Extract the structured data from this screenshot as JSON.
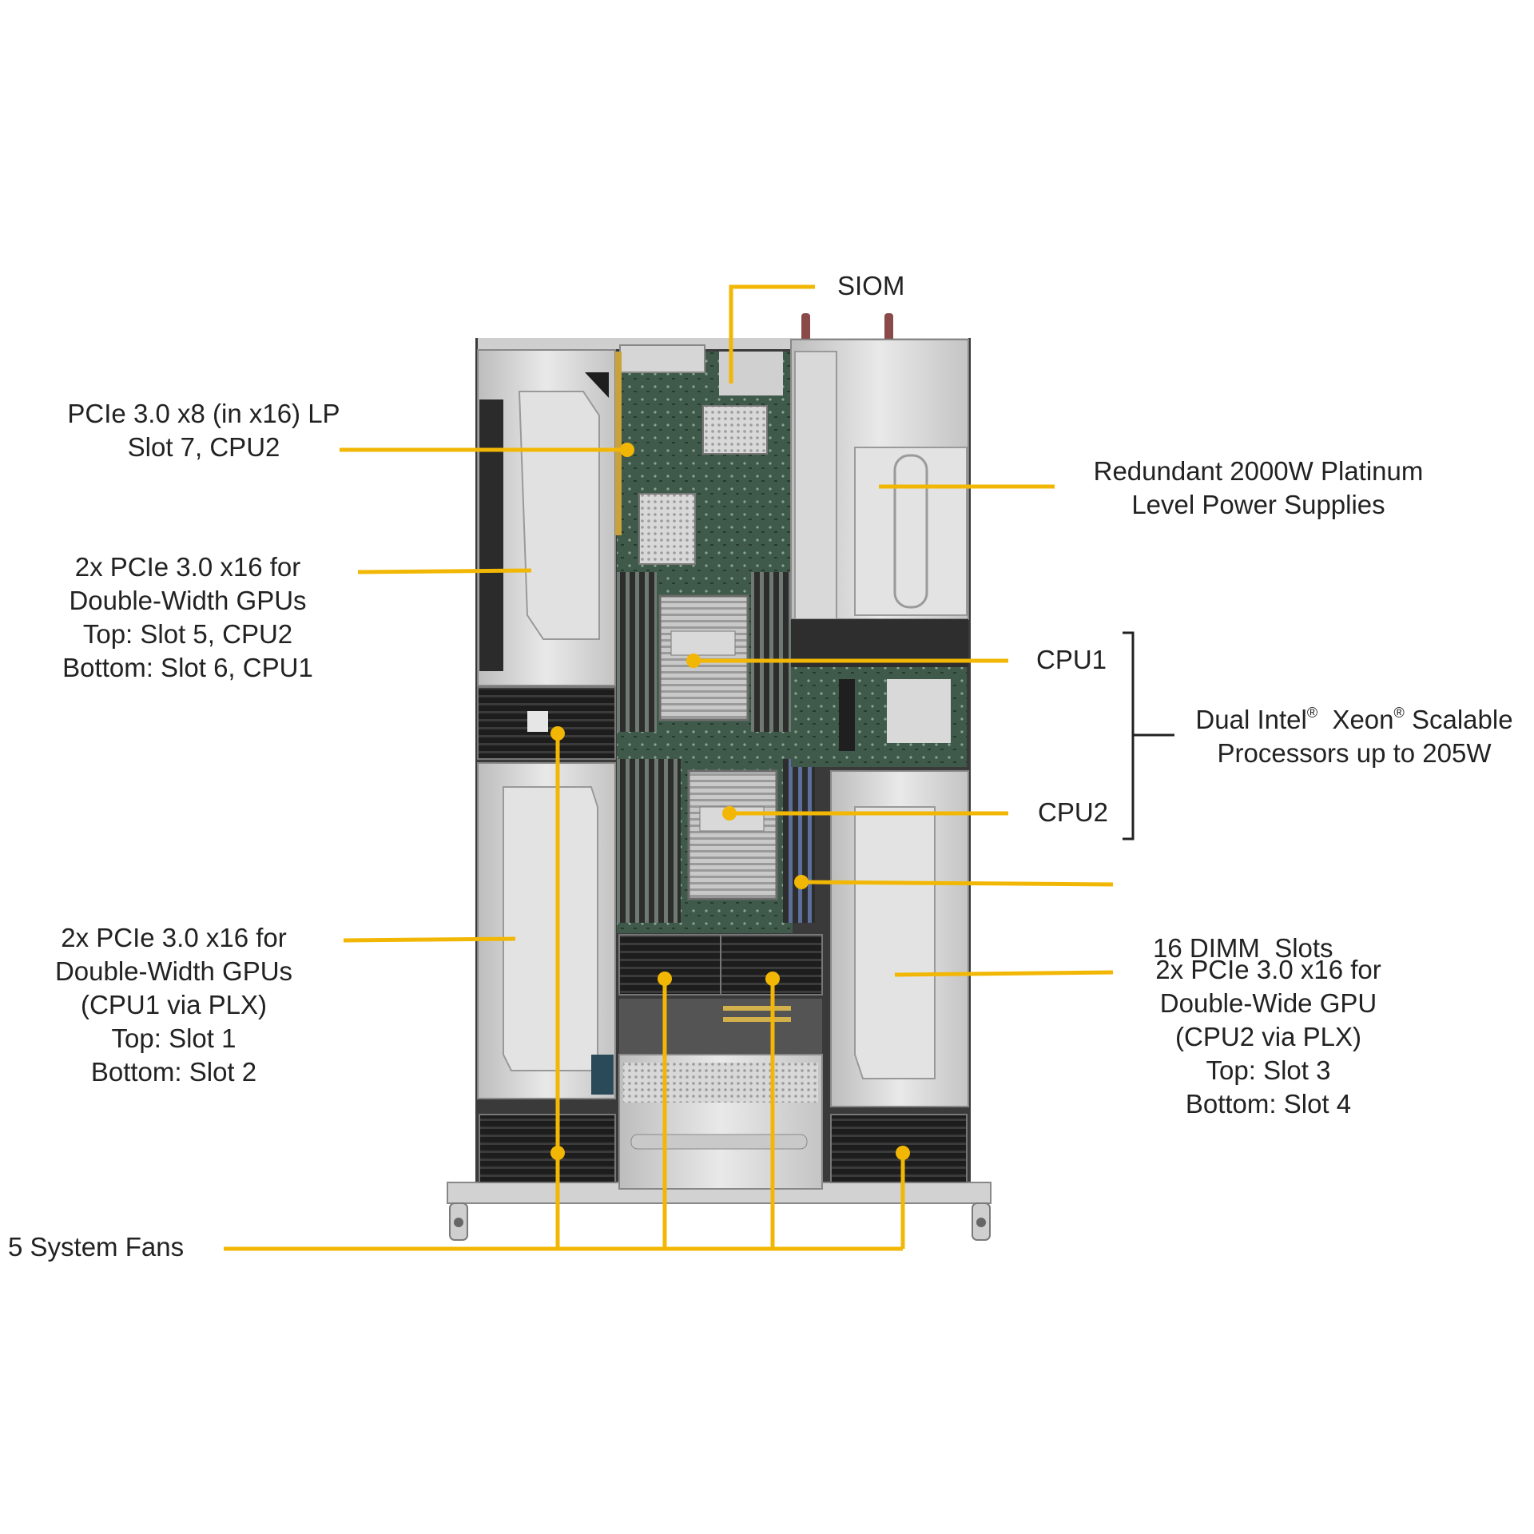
{
  "accent_color": "#f2b705",
  "callouts": {
    "siom": {
      "lines": [
        "SIOM"
      ]
    },
    "pcie_lp": {
      "lines": [
        "PCIe 3.0 x8 (in x16) LP",
        "Slot 7, CPU2"
      ]
    },
    "power": {
      "lines": [
        "Redundant  2000W Platinum",
        "Level Power Supplies"
      ]
    },
    "gpu_upper_left": {
      "lines": [
        "2x PCIe 3.0 x16 for",
        "Double-Width GPUs",
        "Top:  Slot 5, CPU2",
        "Bottom:  Slot 6, CPU1"
      ]
    },
    "cpu1": {
      "lines": [
        "CPU1"
      ]
    },
    "cpu2": {
      "lines": [
        "CPU2"
      ]
    },
    "dual_xeon": {
      "line1_a": "Dual Intel",
      "line1_b": "  Xeon",
      "line1_c": " Scalable",
      "reg": "®",
      "line2": "Processors up to 205W"
    },
    "dimm": {
      "lines": [
        "16 DIMM  Slots"
      ]
    },
    "gpu_lower_left": {
      "lines": [
        "2x PCIe 3.0 x16 for",
        "Double-Width GPUs",
        "(CPU1 via PLX)",
        "Top:  Slot 1",
        "Bottom:  Slot 2"
      ]
    },
    "gpu_right": {
      "lines": [
        "2x PCIe 3.0 x16 for",
        "Double-Wide GPU",
        "(CPU2 via PLX)",
        "Top:  Slot 3",
        "Bottom:  Slot 4"
      ]
    },
    "fans": {
      "lines": [
        "5 System Fans"
      ]
    }
  }
}
